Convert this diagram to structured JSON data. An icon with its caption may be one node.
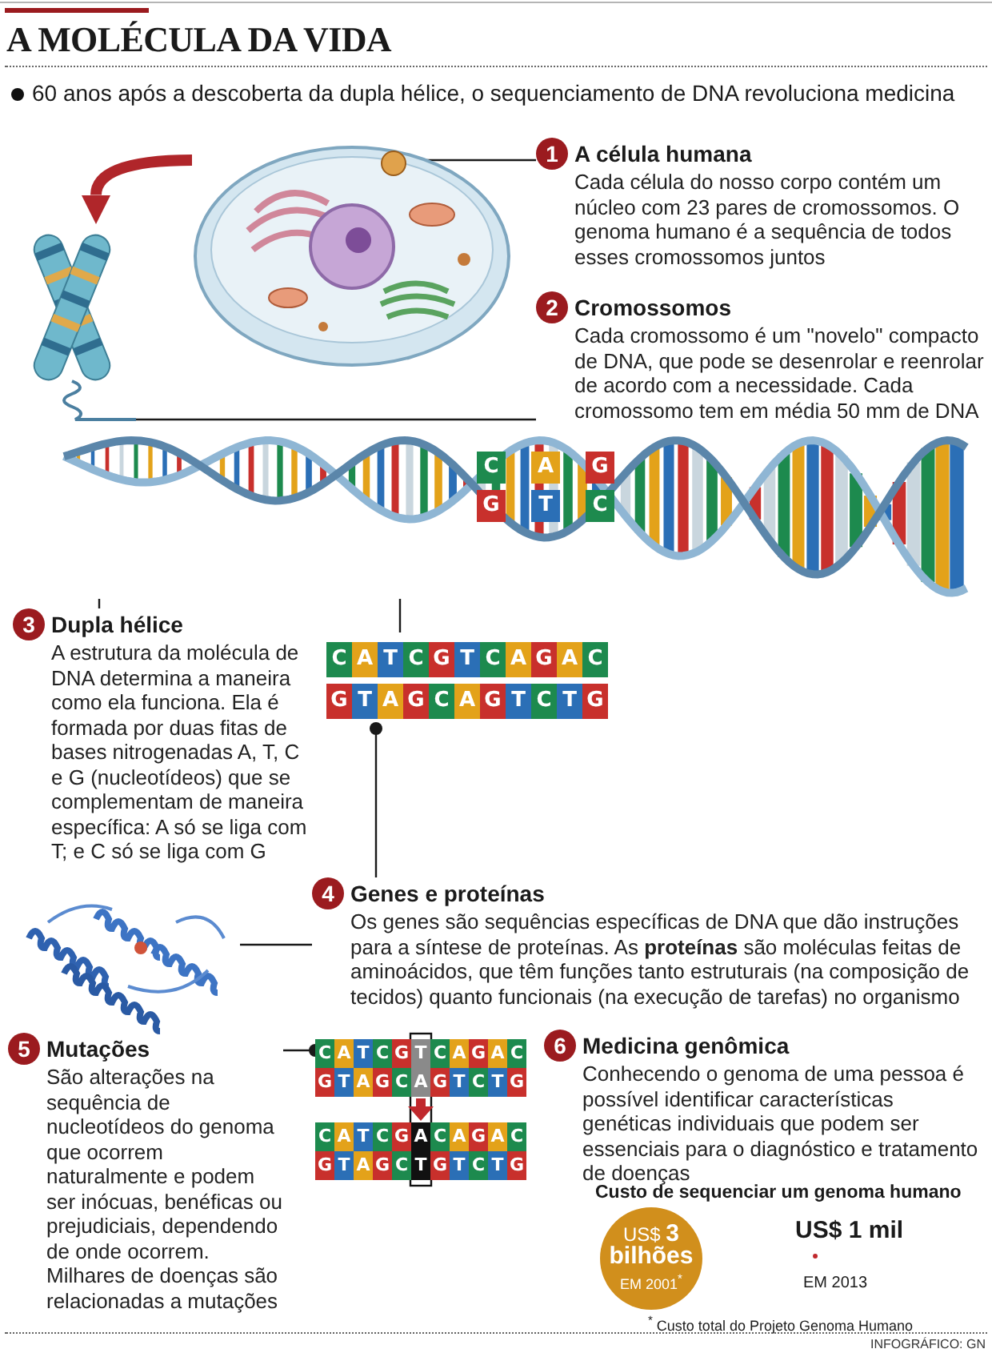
{
  "diagram": {
    "title": "A MOLÉCULA DA VIDA",
    "nodes": [
      {
        "text": [],
        "shape": "picture"
      },
      {
        "text": [],
        "shape": "circle",
        "in": 0
      },
      {
        "text": [
          "1",
          "A célula humana",
          "Cada célula do nosso corpo contém um núcleo com 23 pares de cromossomos. O genoma humano é a sequência de todos esses cromossomos juntos"
        ]
      },
      {
        "text": [],
        "shape": "picture"
      },
      {
        "text": [
          "2",
          "Cromossomos",
          "Cada cromossomo é um \"novelo\" compacto de DNA, que pode se desenrolar e reenrolar de acordo com a necessidade. Cada cromossomo tem em média 50 mm de DNA"
        ]
      },
      {
        "text": [
          "C A G",
          "G T C"
        ]
      },
      {
        "text": [
          "3",
          "Dupla hélice",
          "A estrutura da molécula de DNA determina a maneira como ela funciona. Ela é formada por duas fitas de bases nitrogenadas A, T, C e G (nucleotídeos) que se complementam de maneira específica: A só se liga com T; e C só se liga com G"
        ]
      },
      {
        "text": [
          "C A T C G T C A G A C",
          "G T A G C A G T C T G"
        ]
      },
      {
        "text": [],
        "shape": "picture"
      },
      {
        "text": [
          "4",
          "Genes e proteínas",
          "Os genes são sequências específicas de DNA que dão instruções para a síntese de proteínas. As **proteínas** são moléculas feitas de aminoácidos, que têm funções tanto estruturais (na composição de tecidos) quanto funcionais (na execução de tarefas) no organismo"
        ]
      },
      {
        "text": [
          "C A T C G T C A G A C",
          "G T A G C A G T C T G",
          "C A T C G A C A G A C",
          "G T A G C T G T C T G"
        ]
      },
      {
        "text": [
          "5",
          "Mutações",
          "São alterações na sequência de nucleotídeos do genoma que ocorrem naturalmente e podem ser inócuas, benéficas ou prejudiciais, dependendo de onde ocorrem. Milhares de doenças são relacionadas a mutações"
        ]
      },
      {
        "text": [
          "6",
          "Medicina genômica",
          "Conhecendo o genoma de uma pessoa é possível identificar características genéticas individuais que podem ser essenciais para o diagnóstico e tratamento de doenças"
        ]
      },
      {
        "text": [
          "US$ **3 bilhões**",
          "EM 2001$^{*}$"
        ]
      }
    ],
    "edges": [
      {
        "from": 0,
        "to": 3,
        "arrow": "to",
        "style": "thick",
        "color": "#b0262a"
      },
      {
        "from": 2,
        "to": 1,
        "arrow": "other"
      },
      {
        "from": 4,
        "to": 3,
        "arrow": "none"
      },
      {
        "from": 6,
        "to": 5,
        "arrow": "none"
      },
      {
        "from": 5,
        "to": 7,
        "arrow": "none"
      },
      {
        "from": 9,
        "to": 7,
        "arrow": "other"
      },
      {
        "from": 8,
        "to": 9,
        "arrow": "none"
      },
      {
        "from": 11,
        "to": 10,
        "arrow": "other"
      }
    ],
    "labels": [
      "60 anos após a descoberta da dupla hélice, o sequenciamento de DNA revoluciona medicina",
      "Custo de sequenciar um genoma humano",
      "US$ 1 mil",
      "EM 2013",
      "$^{*}$ Custo total do Projeto Genoma Humano",
      "INFOGRÁFICO: GN"
    ]
  }
}
